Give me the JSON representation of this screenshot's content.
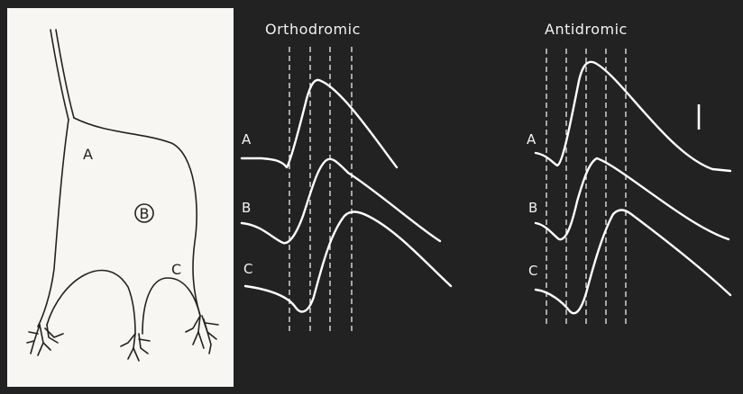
{
  "neuron": {
    "label_a": "A",
    "label_b": "B",
    "label_c": "C"
  },
  "orthodromic": {
    "title": "Orthodromic",
    "trace_a": "A",
    "trace_b": "B",
    "trace_c": "C"
  },
  "antidromic": {
    "title": "Antidromic",
    "trace_a": "A",
    "trace_b": "B",
    "trace_c": "C"
  },
  "colors": {
    "background": "#222222",
    "panel": "#f7f6f2",
    "trace": "#ffffff"
  }
}
